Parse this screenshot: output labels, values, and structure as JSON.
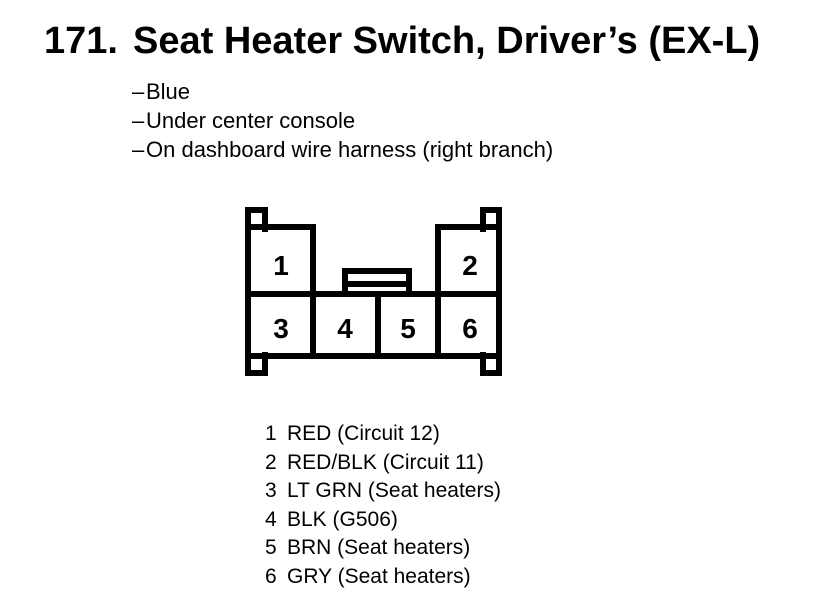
{
  "colors": {
    "background": "#ffffff",
    "foreground": "#000000"
  },
  "header": {
    "number": "171.",
    "title": "Seat Heater Switch, Driver’s (EX-L)"
  },
  "notes": {
    "dash": "–",
    "items": [
      "Blue",
      "Under center console",
      "On dashboard wire harness (right branch)"
    ]
  },
  "connector": {
    "description": "6-cavity connector, face view",
    "pins": [
      "1",
      "2",
      "3",
      "4",
      "5",
      "6"
    ]
  },
  "legend": {
    "rows": [
      {
        "pin": "1",
        "desc": "RED (Circuit 12)"
      },
      {
        "pin": "2",
        "desc": "RED/BLK (Circuit 11)"
      },
      {
        "pin": "3",
        "desc": "LT GRN (Seat heaters)"
      },
      {
        "pin": "4",
        "desc": "BLK (G506)"
      },
      {
        "pin": "5",
        "desc": "BRN (Seat heaters)"
      },
      {
        "pin": "6",
        "desc": "GRY (Seat heaters)"
      }
    ]
  }
}
